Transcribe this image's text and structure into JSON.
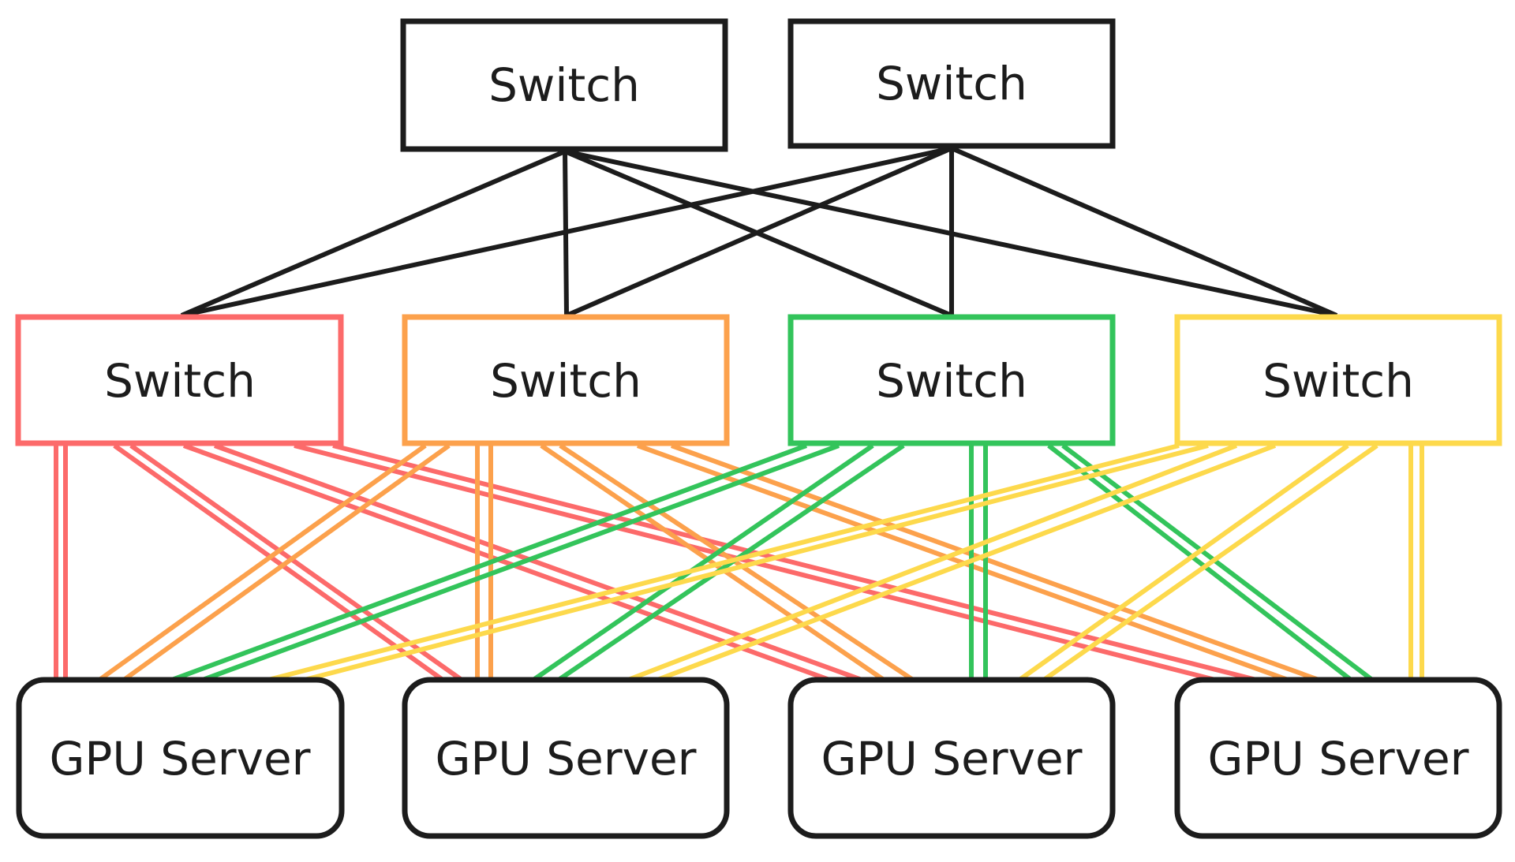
{
  "diagram": {
    "type": "network-topology",
    "layers": [
      "spine",
      "leaf",
      "server"
    ],
    "colors": {
      "spine": "#1c1c1c",
      "server": "#1c1c1c",
      "red": "#fc6a6a",
      "orange": "#fca14c",
      "green": "#33c45b",
      "yellow": "#fdd94c"
    },
    "spine_switches": [
      {
        "id": "spine-1",
        "label": "Switch"
      },
      {
        "id": "spine-2",
        "label": "Switch"
      }
    ],
    "leaf_switches": [
      {
        "id": "leaf-red",
        "label": "Switch",
        "color": "red"
      },
      {
        "id": "leaf-orange",
        "label": "Switch",
        "color": "orange"
      },
      {
        "id": "leaf-green",
        "label": "Switch",
        "color": "green"
      },
      {
        "id": "leaf-yellow",
        "label": "Switch",
        "color": "yellow"
      }
    ],
    "servers": [
      {
        "id": "server-1",
        "label": "GPU Server"
      },
      {
        "id": "server-2",
        "label": "GPU Server"
      },
      {
        "id": "server-3",
        "label": "GPU Server"
      },
      {
        "id": "server-4",
        "label": "GPU Server"
      }
    ],
    "spine_links": [
      {
        "from": "spine-1",
        "to": "leaf-red"
      },
      {
        "from": "spine-1",
        "to": "leaf-orange"
      },
      {
        "from": "spine-1",
        "to": "leaf-green"
      },
      {
        "from": "spine-1",
        "to": "leaf-yellow"
      },
      {
        "from": "spine-2",
        "to": "leaf-red"
      },
      {
        "from": "spine-2",
        "to": "leaf-orange"
      },
      {
        "from": "spine-2",
        "to": "leaf-green"
      },
      {
        "from": "spine-2",
        "to": "leaf-yellow"
      }
    ],
    "leaf_links": [
      {
        "from": "leaf-red",
        "to": "server-1",
        "count": 2
      },
      {
        "from": "leaf-red",
        "to": "server-2",
        "count": 2
      },
      {
        "from": "leaf-red",
        "to": "server-3",
        "count": 2
      },
      {
        "from": "leaf-red",
        "to": "server-4",
        "count": 2
      },
      {
        "from": "leaf-orange",
        "to": "server-1",
        "count": 2
      },
      {
        "from": "leaf-orange",
        "to": "server-2",
        "count": 2
      },
      {
        "from": "leaf-orange",
        "to": "server-3",
        "count": 2
      },
      {
        "from": "leaf-orange",
        "to": "server-4",
        "count": 2
      },
      {
        "from": "leaf-green",
        "to": "server-1",
        "count": 2
      },
      {
        "from": "leaf-green",
        "to": "server-2",
        "count": 2
      },
      {
        "from": "leaf-green",
        "to": "server-3",
        "count": 2
      },
      {
        "from": "leaf-green",
        "to": "server-4",
        "count": 2
      },
      {
        "from": "leaf-yellow",
        "to": "server-1",
        "count": 2
      },
      {
        "from": "leaf-yellow",
        "to": "server-2",
        "count": 2
      },
      {
        "from": "leaf-yellow",
        "to": "server-3",
        "count": 2
      },
      {
        "from": "leaf-yellow",
        "to": "server-4",
        "count": 2
      }
    ]
  }
}
